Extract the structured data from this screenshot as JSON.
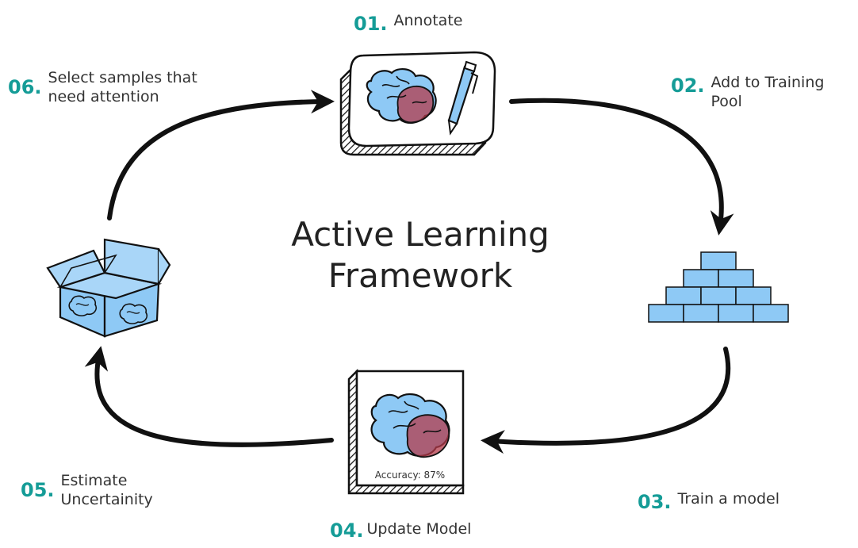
{
  "title": {
    "line1": "Active Learning",
    "line2": "Framework"
  },
  "steps": [
    {
      "num": "01.",
      "label": "Annotate"
    },
    {
      "num": "02.",
      "label": "Add to Training Pool"
    },
    {
      "num": "03.",
      "label": "Train a model"
    },
    {
      "num": "04.",
      "label": "Update Model"
    },
    {
      "num": "05.",
      "label": "Estimate Uncertainity"
    },
    {
      "num": "06.",
      "label": "Select samples that need attention"
    }
  ],
  "model_card": {
    "accuracy_text": "Accuracy: 87%"
  },
  "colors": {
    "accent": "#159c97",
    "blue": "#8ec9f5",
    "red": "#b33a4a",
    "ink": "#111111"
  }
}
